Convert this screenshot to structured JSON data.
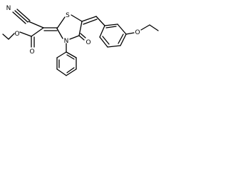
{
  "molecule": {
    "atoms": {
      "n_cyano": "N",
      "s_ring": "S",
      "n_ring": "N",
      "o_carbonyl_ring": "O",
      "o_ester_carbonyl": "O",
      "o_ester_ether": "O",
      "o_ethoxy": "O"
    }
  }
}
